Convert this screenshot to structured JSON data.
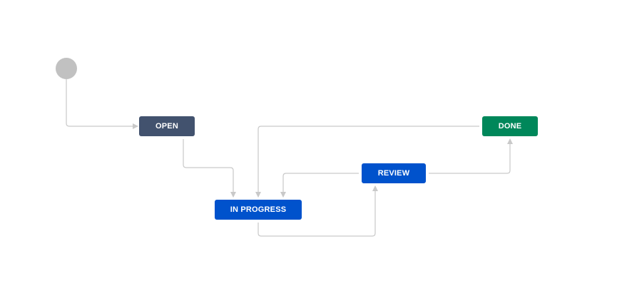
{
  "colors": {
    "open": "#42526e",
    "in_progress": "#0052cc",
    "review": "#0052cc",
    "done": "#00875a",
    "start": "#c1c1c1",
    "edge": "#c9c9c9"
  },
  "statuses": [
    {
      "id": "open",
      "label": "OPEN"
    },
    {
      "id": "in_progress",
      "label": "IN PROGRESS"
    },
    {
      "id": "review",
      "label": "REVIEW"
    },
    {
      "id": "done",
      "label": "DONE"
    }
  ],
  "transitions": [
    {
      "from": "start",
      "to": "open"
    },
    {
      "from": "open",
      "to": "in_progress"
    },
    {
      "from": "in_progress",
      "to": "review"
    },
    {
      "from": "review",
      "to": "in_progress"
    },
    {
      "from": "review",
      "to": "done"
    },
    {
      "from": "done",
      "to": "in_progress"
    }
  ]
}
